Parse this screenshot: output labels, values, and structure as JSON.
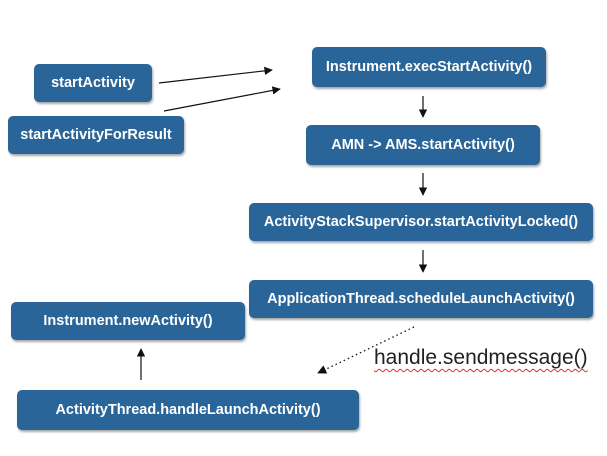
{
  "nodes": {
    "start_activity": "startActivity",
    "start_activity_for_result": "startActivityForResult",
    "exec_start_activity": "Instrument.execStartActivity()",
    "amn_ams": "AMN -> AMS.startActivity()",
    "stack_supervisor": "ActivityStackSupervisor.startActivityLocked()",
    "schedule_launch": "ApplicationThread.scheduleLaunchActivity()",
    "new_activity": "Instrument.newActivity()",
    "handle_launch": "ActivityThread.handleLaunchActivity()"
  },
  "edges": [
    {
      "from": "start_activity",
      "to": "exec_start_activity",
      "style": "solid"
    },
    {
      "from": "start_activity_for_result",
      "to": "exec_start_activity",
      "style": "solid"
    },
    {
      "from": "exec_start_activity",
      "to": "amn_ams",
      "style": "solid"
    },
    {
      "from": "amn_ams",
      "to": "stack_supervisor",
      "style": "solid"
    },
    {
      "from": "stack_supervisor",
      "to": "schedule_launch",
      "style": "solid"
    },
    {
      "from": "schedule_launch",
      "to": "handle_launch",
      "style": "dotted",
      "label": "handle.sendmessage()"
    },
    {
      "from": "handle_launch",
      "to": "new_activity",
      "style": "solid"
    }
  ],
  "colors": {
    "node_fill": "#2a6599",
    "node_text": "#ffffff",
    "arrow": "#111111",
    "annotation_underline": "#e03030"
  }
}
